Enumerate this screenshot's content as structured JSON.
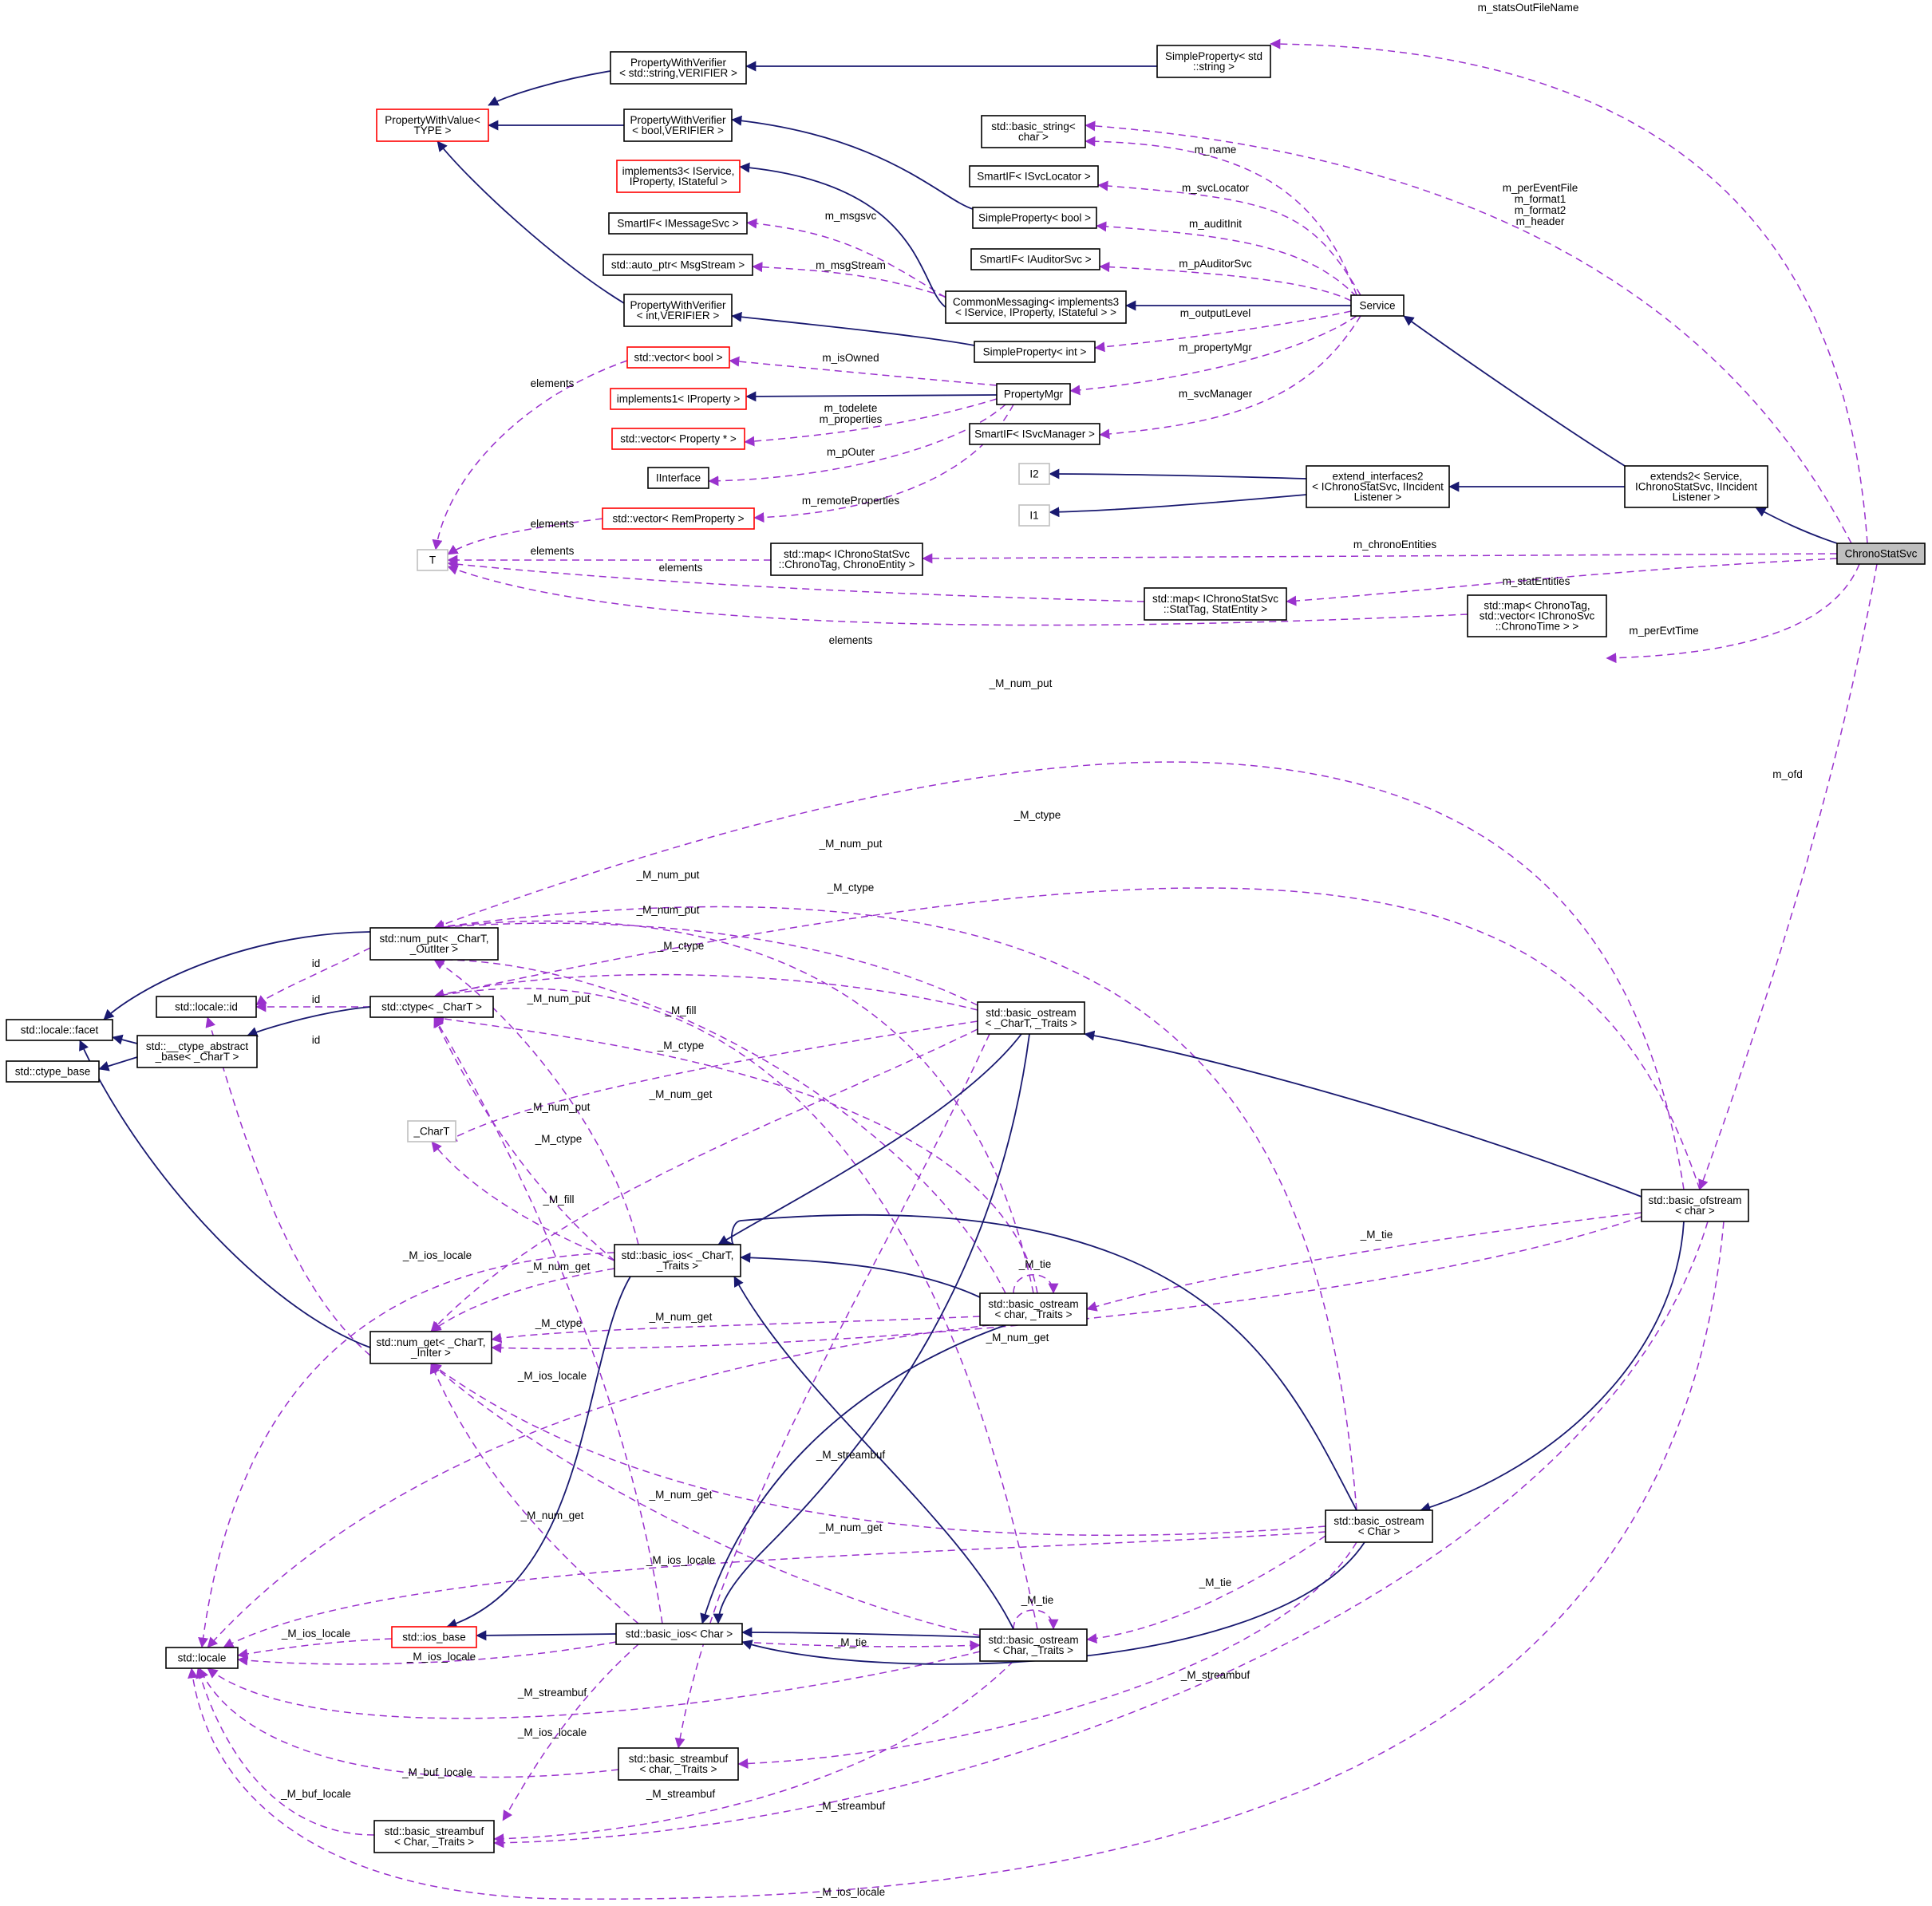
{
  "nodes": [
    {
      "id": "ChronoStatSvc",
      "lines": [
        "ChronoStatSvc"
      ],
      "style": "highlight"
    },
    {
      "id": "PropertyWithValue",
      "lines": [
        "PropertyWithValue<",
        "TYPE >"
      ],
      "style": "red"
    },
    {
      "id": "PWV_string",
      "lines": [
        "PropertyWithVerifier",
        "< std::string,VERIFIER >"
      ],
      "style": "normal"
    },
    {
      "id": "PWV_bool",
      "lines": [
        "PropertyWithVerifier",
        "< bool,VERIFIER >"
      ],
      "style": "normal"
    },
    {
      "id": "PWV_int",
      "lines": [
        "PropertyWithVerifier",
        "< int,VERIFIER >"
      ],
      "style": "normal"
    },
    {
      "id": "SP_string",
      "lines": [
        "SimpleProperty< std",
        "::string >"
      ],
      "style": "normal"
    },
    {
      "id": "basic_string",
      "lines": [
        "std::basic_string<",
        "char >"
      ],
      "style": "normal"
    },
    {
      "id": "SmartIF_SvcLocator",
      "lines": [
        "SmartIF< ISvcLocator >"
      ],
      "style": "normal"
    },
    {
      "id": "SP_bool",
      "lines": [
        "SimpleProperty< bool >"
      ],
      "style": "normal"
    },
    {
      "id": "SmartIF_AuditorSvc",
      "lines": [
        "SmartIF< IAuditorSvc >"
      ],
      "style": "normal"
    },
    {
      "id": "implements3",
      "lines": [
        "implements3< IService,",
        "IProperty, IStateful >"
      ],
      "style": "red"
    },
    {
      "id": "SmartIF_MessageSvc",
      "lines": [
        "SmartIF< IMessageSvc >"
      ],
      "style": "normal"
    },
    {
      "id": "auto_ptr_MsgStream",
      "lines": [
        "std::auto_ptr< MsgStream >"
      ],
      "style": "normal"
    },
    {
      "id": "CommonMessaging",
      "lines": [
        "CommonMessaging< implements3",
        "< IService, IProperty, IStateful > >"
      ],
      "style": "normal"
    },
    {
      "id": "Service",
      "lines": [
        "Service"
      ],
      "style": "normal"
    },
    {
      "id": "SP_int",
      "lines": [
        "SimpleProperty< int >"
      ],
      "style": "normal"
    },
    {
      "id": "vector_bool",
      "lines": [
        "std::vector< bool >"
      ],
      "style": "red"
    },
    {
      "id": "implements1",
      "lines": [
        "implements1< IProperty >"
      ],
      "style": "red"
    },
    {
      "id": "PropertyMgr",
      "lines": [
        "PropertyMgr"
      ],
      "style": "normal"
    },
    {
      "id": "vector_Property",
      "lines": [
        "std::vector< Property * >"
      ],
      "style": "red"
    },
    {
      "id": "SmartIF_SvcManager",
      "lines": [
        "SmartIF< ISvcManager >"
      ],
      "style": "normal"
    },
    {
      "id": "IInterface",
      "lines": [
        "IInterface"
      ],
      "style": "normal"
    },
    {
      "id": "vector_RemProperty",
      "lines": [
        "std::vector< RemProperty >"
      ],
      "style": "red"
    },
    {
      "id": "I2",
      "lines": [
        "I2"
      ],
      "style": "gray"
    },
    {
      "id": "I1",
      "lines": [
        "I1"
      ],
      "style": "gray"
    },
    {
      "id": "extend_interfaces2",
      "lines": [
        "extend_interfaces2",
        "< IChronoStatSvc, IIncident",
        "Listener >"
      ],
      "style": "normal"
    },
    {
      "id": "extends2",
      "lines": [
        "extends2< Service,",
        "IChronoStatSvc, IIncident",
        "Listener >"
      ],
      "style": "normal"
    },
    {
      "id": "T",
      "lines": [
        "T"
      ],
      "style": "gray"
    },
    {
      "id": "map_Chrono",
      "lines": [
        "std::map< IChronoStatSvc",
        "::ChronoTag, ChronoEntity >"
      ],
      "style": "normal"
    },
    {
      "id": "map_Stat",
      "lines": [
        "std::map< IChronoStatSvc",
        "::StatTag, StatEntity >"
      ],
      "style": "normal"
    },
    {
      "id": "map_ChronoTime",
      "lines": [
        "std::map< ChronoTag,",
        "std::vector< IChronoSvc",
        "::ChronoTime > >"
      ],
      "style": "normal"
    },
    {
      "id": "num_put",
      "lines": [
        "std::num_put< _CharT,",
        "_OutIter >"
      ],
      "style": "normal"
    },
    {
      "id": "locale_id",
      "lines": [
        "std::locale::id"
      ],
      "style": "normal"
    },
    {
      "id": "ctype",
      "lines": [
        "std::ctype< _CharT >"
      ],
      "style": "normal"
    },
    {
      "id": "locale_facet",
      "lines": [
        "std::locale::facet"
      ],
      "style": "normal"
    },
    {
      "id": "ctype_abstract_base",
      "lines": [
        "std::__ctype_abstract",
        "_base< _CharT >"
      ],
      "style": "normal"
    },
    {
      "id": "ctype_base",
      "lines": [
        "std::ctype_base"
      ],
      "style": "normal"
    },
    {
      "id": "CharT",
      "lines": [
        "_CharT"
      ],
      "style": "gray"
    },
    {
      "id": "basic_ostream_CharT",
      "lines": [
        "std::basic_ostream",
        "< _CharT, _Traits >"
      ],
      "style": "normal"
    },
    {
      "id": "basic_ofstream",
      "lines": [
        "std::basic_ofstream",
        "< char >"
      ],
      "style": "normal"
    },
    {
      "id": "basic_ios_CharT",
      "lines": [
        "std::basic_ios< _CharT,",
        "_Traits >"
      ],
      "style": "normal"
    },
    {
      "id": "num_get",
      "lines": [
        "std::num_get< _CharT,",
        "_InIter >"
      ],
      "style": "normal"
    },
    {
      "id": "basic_ostream_char_Traits",
      "lines": [
        "std::basic_ostream",
        "< char, _Traits >"
      ],
      "style": "normal"
    },
    {
      "id": "basic_ostream_Char",
      "lines": [
        "std::basic_ostream",
        "< Char >"
      ],
      "style": "normal"
    },
    {
      "id": "locale",
      "lines": [
        "std::locale"
      ],
      "style": "normal"
    },
    {
      "id": "ios_base",
      "lines": [
        "std::ios_base"
      ],
      "style": "red"
    },
    {
      "id": "basic_ios_Char",
      "lines": [
        "std::basic_ios< Char >"
      ],
      "style": "normal"
    },
    {
      "id": "basic_ostream_Char_Traits",
      "lines": [
        "std::basic_ostream",
        "< Char, _Traits >"
      ],
      "style": "normal"
    },
    {
      "id": "basic_streambuf_char",
      "lines": [
        "std::basic_streambuf",
        "< char, _Traits >"
      ],
      "style": "normal"
    },
    {
      "id": "basic_streambuf_Char",
      "lines": [
        "std::basic_streambuf",
        "< Char, _Traits >"
      ],
      "style": "normal"
    }
  ],
  "inheritance_edges": [
    {
      "from": "PWV_string",
      "to": "PropertyWithValue"
    },
    {
      "from": "PWV_bool",
      "to": "PropertyWithValue"
    },
    {
      "from": "PWV_int",
      "to": "PropertyWithValue"
    },
    {
      "from": "SP_string",
      "to": "PWV_string"
    },
    {
      "from": "SP_bool",
      "to": "PWV_bool"
    },
    {
      "from": "SP_int",
      "to": "PWV_int"
    },
    {
      "from": "CommonMessaging",
      "to": "implements3"
    },
    {
      "from": "Service",
      "to": "CommonMessaging"
    },
    {
      "from": "PropertyMgr",
      "to": "implements1"
    },
    {
      "from": "extend_interfaces2",
      "to": "I2"
    },
    {
      "from": "extend_interfaces2",
      "to": "I1"
    },
    {
      "from": "extends2",
      "to": "Service"
    },
    {
      "from": "extends2",
      "to": "extend_interfaces2"
    },
    {
      "from": "ChronoStatSvc",
      "to": "extends2"
    },
    {
      "from": "num_put",
      "to": "locale_facet"
    },
    {
      "from": "ctype",
      "to": "ctype_abstract_base"
    },
    {
      "from": "ctype_abstract_base",
      "to": "locale_facet"
    },
    {
      "from": "ctype_abstract_base",
      "to": "ctype_base"
    },
    {
      "from": "num_get",
      "to": "locale_facet"
    },
    {
      "from": "basic_ios_CharT",
      "to": "ios_base"
    },
    {
      "from": "basic_ios_Char",
      "to": "ios_base"
    },
    {
      "from": "basic_ostream_CharT",
      "to": "basic_ios_CharT"
    },
    {
      "from": "basic_ostream_CharT",
      "to": "basic_ios_Char"
    },
    {
      "from": "basic_ostream_char_Traits",
      "to": "basic_ios_CharT"
    },
    {
      "from": "basic_ostream_char_Traits",
      "to": "basic_ios_Char"
    },
    {
      "from": "basic_ostream_Char_Traits",
      "to": "basic_ios_Char"
    },
    {
      "from": "basic_ostream_Char_Traits",
      "to": "basic_ios_CharT"
    },
    {
      "from": "basic_ostream_Char",
      "to": "basic_ios_Char"
    },
    {
      "from": "basic_ostream_Char",
      "to": "basic_ios_CharT"
    },
    {
      "from": "basic_ofstream",
      "to": "basic_ostream_CharT"
    },
    {
      "from": "basic_ofstream",
      "to": "basic_ostream_Char"
    }
  ],
  "usage_edges": [
    {
      "from": "ChronoStatSvc",
      "to": "SP_string",
      "label": "m_statsOutFileName"
    },
    {
      "from": "ChronoStatSvc",
      "to": "basic_string",
      "label": "m_perEventFile\nm_format1\nm_format2\nm_header"
    },
    {
      "from": "Service",
      "to": "basic_string",
      "label": "m_name"
    },
    {
      "from": "Service",
      "to": "SmartIF_SvcLocator",
      "label": "m_svcLocator"
    },
    {
      "from": "Service",
      "to": "SP_bool",
      "label": "m_auditInit"
    },
    {
      "from": "Service",
      "to": "SmartIF_AuditorSvc",
      "label": "m_pAuditorSvc"
    },
    {
      "from": "CommonMessaging",
      "to": "SmartIF_MessageSvc",
      "label": "m_msgsvc"
    },
    {
      "from": "CommonMessaging",
      "to": "auto_ptr_MsgStream",
      "label": "m_msgStream"
    },
    {
      "from": "Service",
      "to": "SP_int",
      "label": "m_outputLevel"
    },
    {
      "from": "Service",
      "to": "PropertyMgr",
      "label": "m_propertyMgr"
    },
    {
      "from": "Service",
      "to": "SmartIF_SvcManager",
      "label": "m_svcManager"
    },
    {
      "from": "PropertyMgr",
      "to": "vector_bool",
      "label": "m_isOwned"
    },
    {
      "from": "PropertyMgr",
      "to": "vector_Property",
      "label": "m_todelete\nm_properties"
    },
    {
      "from": "PropertyMgr",
      "to": "IInterface",
      "label": "m_pOuter"
    },
    {
      "from": "PropertyMgr",
      "to": "vector_RemProperty",
      "label": "m_remoteProperties"
    },
    {
      "from": "vector_bool",
      "to": "T",
      "label": "elements"
    },
    {
      "from": "vector_RemProperty",
      "to": "T",
      "label": "elements"
    },
    {
      "from": "map_Chrono",
      "to": "T",
      "label": "elements"
    },
    {
      "from": "map_Stat",
      "to": "T",
      "label": "elements"
    },
    {
      "from": "map_ChronoTime",
      "to": "T",
      "label": "elements"
    },
    {
      "from": "ChronoStatSvc",
      "to": "map_Chrono",
      "label": "m_chronoEntities"
    },
    {
      "from": "ChronoStatSvc",
      "to": "map_Stat",
      "label": "m_statEntities"
    },
    {
      "from": "ChronoStatSvc",
      "to": "map_ChronoTime",
      "label": "m_perEvtTime"
    },
    {
      "from": "ChronoStatSvc",
      "to": "basic_ofstream",
      "label": "m_ofd"
    },
    {
      "from": "basic_ofstream",
      "to": "num_put",
      "label": "_M_num_put"
    },
    {
      "from": "basic_ofstream",
      "to": "ctype",
      "label": "_M_ctype"
    },
    {
      "from": "basic_ostream_Char",
      "to": "num_put",
      "label": "_M_num_put"
    },
    {
      "from": "basic_ostream_char_Traits",
      "to": "num_put",
      "label": "_M_num_put"
    },
    {
      "from": "basic_ostream_Char_Traits",
      "to": "ctype",
      "label": "_M_ctype"
    },
    {
      "from": "basic_ostream_CharT",
      "to": "num_put",
      "label": "_M_num_put"
    },
    {
      "from": "basic_ostream_CharT",
      "to": "ctype",
      "label": "_M_ctype"
    },
    {
      "from": "num_put",
      "to": "locale_id",
      "label": "id"
    },
    {
      "from": "ctype",
      "to": "locale_id",
      "label": "id"
    },
    {
      "from": "num_get",
      "to": "locale_id",
      "label": "id"
    },
    {
      "from": "basic_ios_CharT",
      "to": "num_put",
      "label": "_M_num_put"
    },
    {
      "from": "basic_ostream_CharT",
      "to": "CharT",
      "label": "_M_fill"
    },
    {
      "from": "basic_ios_Char",
      "to": "ctype",
      "label": "_M_ctype"
    },
    {
      "from": "basic_ostream_CharT",
      "to": "num_get",
      "label": "_M_num_get"
    },
    {
      "from": "basic_ostream_char_Traits",
      "to": "num_put",
      "label": "_M_num_put"
    },
    {
      "from": "basic_ios_CharT",
      "to": "ctype",
      "label": "_M_ctype"
    },
    {
      "from": "basic_ios_CharT",
      "to": "CharT",
      "label": "_M_fill"
    },
    {
      "from": "basic_ios_CharT",
      "to": "locale",
      "label": "_M_ios_locale"
    },
    {
      "from": "basic_ios_CharT",
      "to": "num_get",
      "label": "_M_num_get"
    },
    {
      "from": "basic_ostream_char_Traits",
      "to": "num_get",
      "label": "_M_num_get"
    },
    {
      "from": "basic_ostream_char_Traits",
      "to": "basic_ostream_char_Traits",
      "label": "_M_tie"
    },
    {
      "from": "basic_ofstream",
      "to": "basic_ostream_char_Traits",
      "label": "_M_tie"
    },
    {
      "from": "basic_ofstream",
      "to": "num_get",
      "label": "_M_num_get"
    },
    {
      "from": "basic_ostream_char_Traits",
      "to": "ctype",
      "label": "_M_ctype"
    },
    {
      "from": "basic_ostream_char_Traits",
      "to": "locale",
      "label": "_M_ios_locale"
    },
    {
      "from": "basic_ostream_Char",
      "to": "num_get",
      "label": "_M_num_get"
    },
    {
      "from": "basic_ostream_Char_Traits",
      "to": "num_get",
      "label": "_M_num_get"
    },
    {
      "from": "basic_ios_Char",
      "to": "num_get",
      "label": "_M_num_get"
    },
    {
      "from": "basic_ostream_CharT",
      "to": "basic_streambuf_char",
      "label": "_M_streambuf"
    },
    {
      "from": "basic_ostream_Char",
      "to": "locale",
      "label": "_M_ios_locale"
    },
    {
      "from": "basic_ostream_Char",
      "to": "basic_ostream_Char_Traits",
      "label": "_M_tie"
    },
    {
      "from": "basic_ostream_Char_Traits",
      "to": "basic_ostream_Char_Traits",
      "label": "_M_tie"
    },
    {
      "from": "ios_base",
      "to": "locale",
      "label": "_M_ios_locale"
    },
    {
      "from": "basic_ios_Char",
      "to": "locale",
      "label": "_M_ios_locale"
    },
    {
      "from": "basic_ios_Char",
      "to": "basic_ostream_Char_Traits",
      "label": "_M_tie"
    },
    {
      "from": "basic_ostream_Char",
      "to": "basic_streambuf_char",
      "label": "_M_streambuf"
    },
    {
      "from": "basic_ios_Char",
      "to": "basic_streambuf_Char",
      "label": "_M_streambuf"
    },
    {
      "from": "basic_ostream_Char_Traits",
      "to": "locale",
      "label": "_M_ios_locale"
    },
    {
      "from": "basic_streambuf_char",
      "to": "locale",
      "label": "_M_buf_locale"
    },
    {
      "from": "basic_ostream_Char_Traits",
      "to": "basic_streambuf_Char",
      "label": "_M_streambuf"
    },
    {
      "from": "basic_ofstream",
      "to": "basic_streambuf_Char",
      "label": "_M_streambuf"
    },
    {
      "from": "basic_streambuf_Char",
      "to": "locale",
      "label": "_M_buf_locale"
    },
    {
      "from": "basic_ofstream",
      "to": "locale",
      "label": "_M_ios_locale"
    }
  ],
  "colors": {
    "inheritance": "#191970",
    "usage": "#9a32cd",
    "highlight_fill": "#bfbfbf",
    "external_border": "#ff0000",
    "undocumented_border": "#bfbfbf"
  }
}
